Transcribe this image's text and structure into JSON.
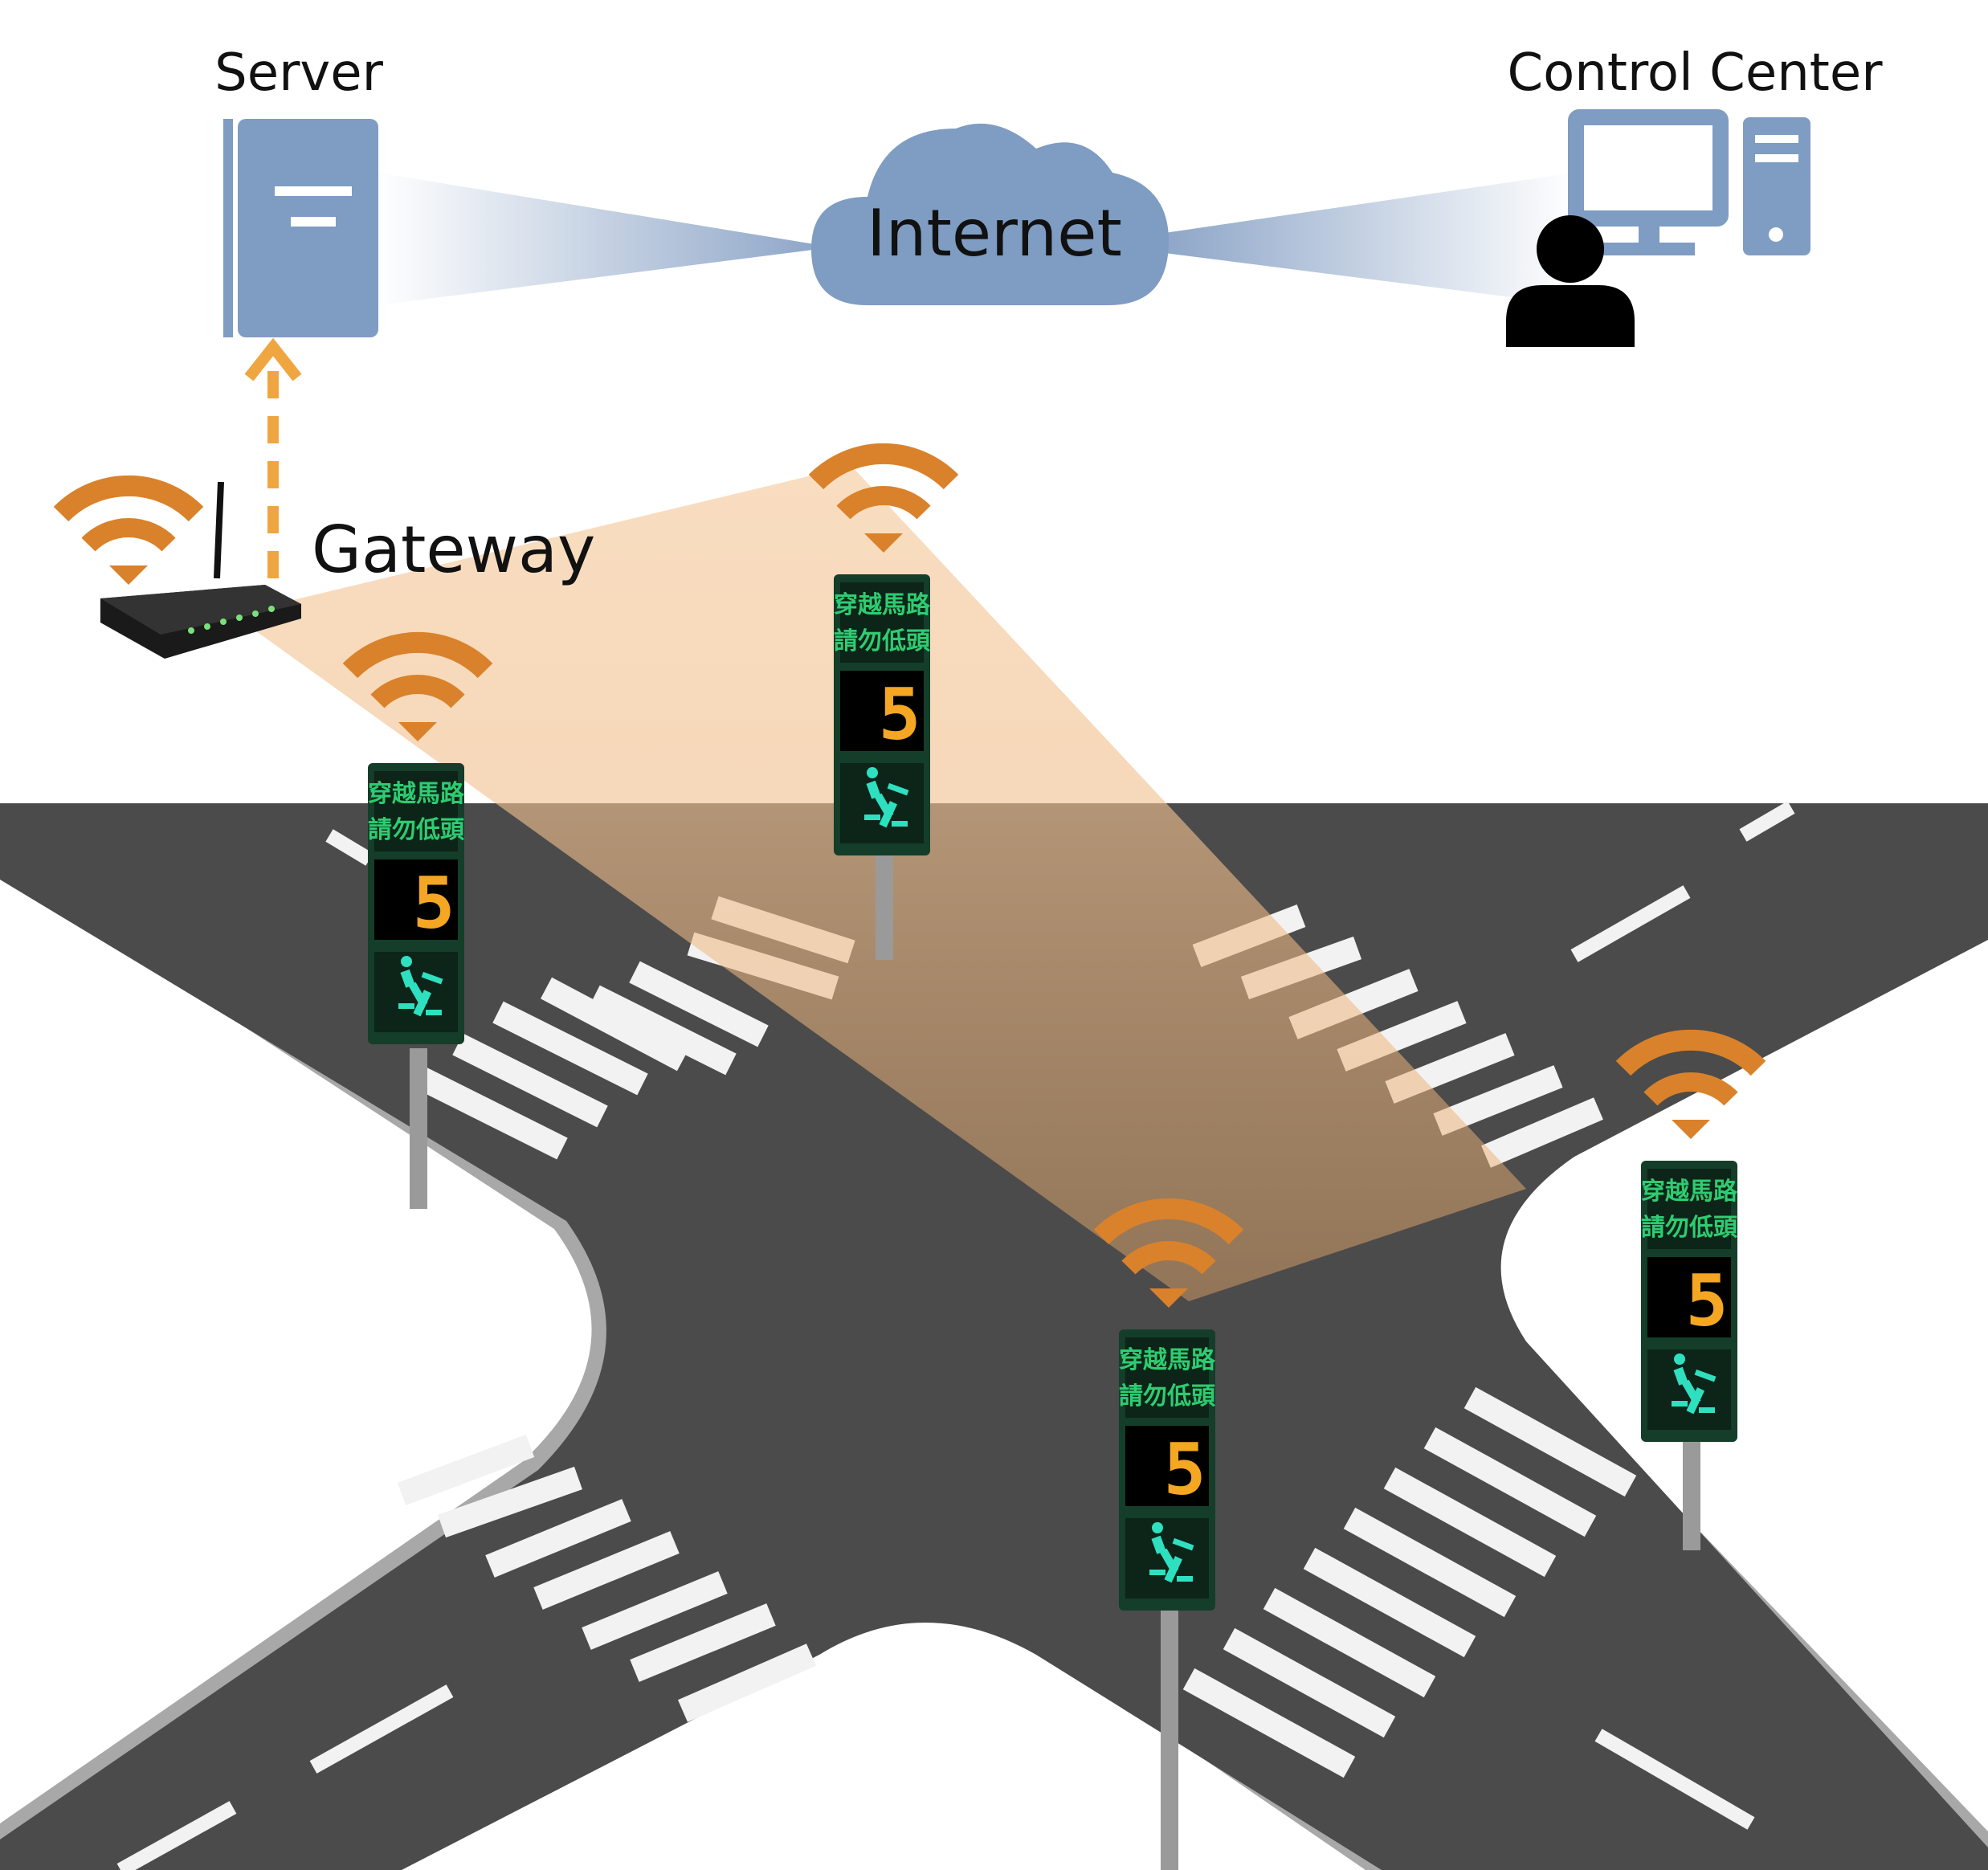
{
  "labels": {
    "server": "Server",
    "control_center": "Control Center",
    "internet": "Internet",
    "gateway": "Gateway"
  },
  "signals": [
    {
      "line1": "穿越馬路",
      "line2": "請勿低頭",
      "countdown": "5"
    },
    {
      "line1": "穿越馬路",
      "line2": "請勿低頭",
      "countdown": "5"
    },
    {
      "line1": "穿越馬路",
      "line2": "請勿低頭",
      "countdown": "5"
    },
    {
      "line1": "穿越馬路",
      "line2": "請勿低頭",
      "countdown": "5"
    }
  ],
  "colors": {
    "device_blue": "#7f9cc2",
    "wifi_orange": "#d9822b",
    "beam_orange": "#f5c89a",
    "arrow_orange": "#f0a640",
    "road": "#4a4a4a",
    "sign_green": "#2ecc71",
    "digit_amber": "#f5a623",
    "pedestrian_cyan": "#2fe0c0"
  },
  "icons": [
    "server-icon",
    "cloud-icon",
    "computer-icon",
    "person-icon",
    "router-icon",
    "wifi-icon",
    "pedestrian-signal-icon",
    "walking-person-icon"
  ]
}
